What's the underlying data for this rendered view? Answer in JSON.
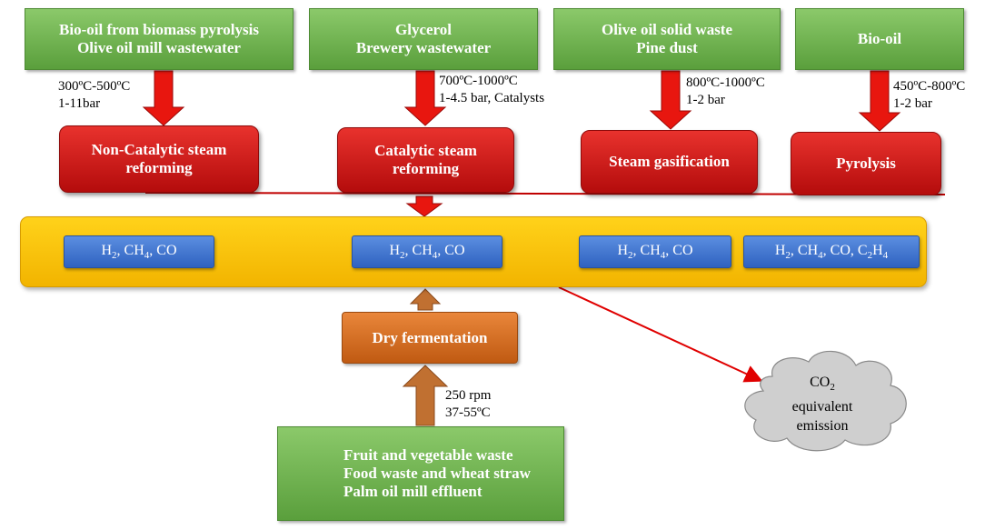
{
  "sources": {
    "s1": {
      "line1": "Bio-oil from biomass pyrolysis",
      "line2": "Olive oil mill wastewater"
    },
    "s2": {
      "line1": "Glycerol",
      "line2": "Brewery wastewater"
    },
    "s3": {
      "line1": "Olive oil solid waste",
      "line2": "Pine dust"
    },
    "s4": {
      "line1": "Bio-oil"
    }
  },
  "conditions": {
    "c1": {
      "line1": "300ºC-500ºC",
      "line2": "1-11bar"
    },
    "c2": {
      "line1": "700ºC-1000ºC",
      "line2": "1-4.5 bar, Catalysts"
    },
    "c3": {
      "line1": "800ºC-1000ºC",
      "line2": "1-2 bar"
    },
    "c4": {
      "line1": "450ºC-800ºC",
      "line2": "1-2 bar"
    }
  },
  "processes": {
    "p1": {
      "line1": "Non-Catalytic steam",
      "line2": "reforming"
    },
    "p2": {
      "line1": "Catalytic steam",
      "line2": "reforming"
    },
    "p3": {
      "line1": "Steam gasification"
    },
    "p4": {
      "line1": "Pyrolysis"
    }
  },
  "gases": {
    "g1": {
      "prefix": "H",
      "sub1": "2",
      "mid": ", CH",
      "sub2": "4",
      "suffix": ",  CO"
    },
    "g2": {
      "prefix": "H",
      "sub1": "2",
      "mid": ", CH",
      "sub2": "4",
      "suffix": ",  CO"
    },
    "g3": {
      "prefix": "H",
      "sub1": "2",
      "mid": ", CH",
      "sub2": "4",
      "suffix": ",  CO"
    },
    "g4": {
      "prefix": "H",
      "sub1": "2",
      "mid": ", CH",
      "sub2": "4",
      "suffix": ",  CO, C",
      "sub3": "2",
      "tail": "H",
      "sub4": "4"
    }
  },
  "fermentation": {
    "label": "Dry fermentation",
    "cond_line1": "250 rpm",
    "cond_line2": "37-55ºC"
  },
  "bottom_source": {
    "line1": "Fruit and vegetable waste",
    "line2": "Food waste and wheat straw",
    "line3": "Palm oil mill effluent"
  },
  "emission": {
    "co": "CO",
    "co_sub": "2",
    "line2": "equivalent",
    "line3": "emission"
  },
  "colors": {
    "green": "#6fb54c",
    "red": "#d01c1c",
    "yellow": "#f7c000",
    "blue": "#3d72cf",
    "orange": "#d46c22",
    "arrow_red": "#e00000",
    "arrow_brown": "#b8692e",
    "cloud": "#c8c8c8"
  }
}
